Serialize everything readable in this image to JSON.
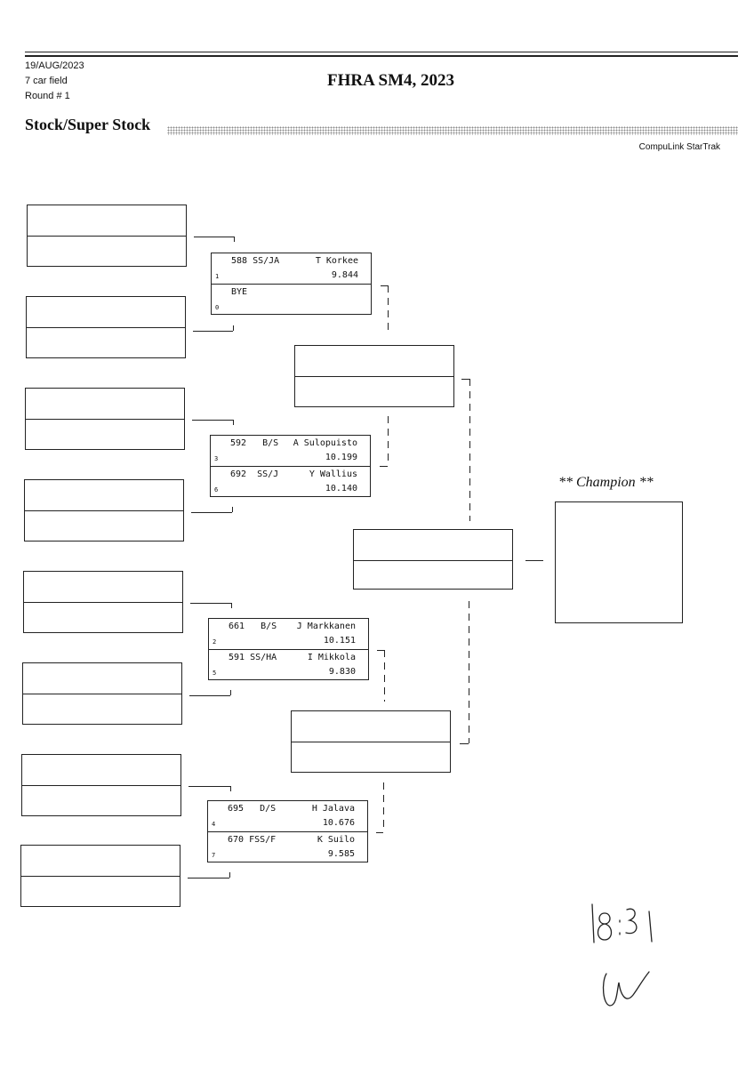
{
  "header": {
    "date": "19/AUG/2023",
    "field": "7 car field",
    "round": "Round # 1",
    "event_title": "FHRA SM4, 2023",
    "class_title": "Stock/Super Stock",
    "software": "CompuLink StarTrak"
  },
  "pairings": [
    {
      "top": {
        "car": "588 SS/JA",
        "driver": "T Korkee",
        "et": "9.844",
        "seed": "1"
      },
      "bottom": {
        "bye": "BYE",
        "seed": "0"
      }
    },
    {
      "top": {
        "car": "592   B/S",
        "driver": "A Sulopuisto",
        "et": "10.199",
        "seed": "3"
      },
      "bottom": {
        "car": "692  SS/J",
        "driver": "Y Wallius",
        "et": "10.140",
        "seed": "6"
      }
    },
    {
      "top": {
        "car": "661   B/S",
        "driver": "J Markkanen",
        "et": "10.151",
        "seed": "2"
      },
      "bottom": {
        "car": "591 SS/HA",
        "driver": "I Mikkola",
        "et": "9.830",
        "seed": "5"
      }
    },
    {
      "top": {
        "car": "695   D/S",
        "driver": "H Jalava",
        "et": "10.676",
        "seed": "4"
      },
      "bottom": {
        "car": "670 FSS/F",
        "driver": "K Suilo",
        "et": "9.585",
        "seed": "7"
      }
    }
  ],
  "champion": {
    "label": "** Champion **"
  },
  "handwritten": {
    "time": "18:31",
    "initials": "signature"
  }
}
